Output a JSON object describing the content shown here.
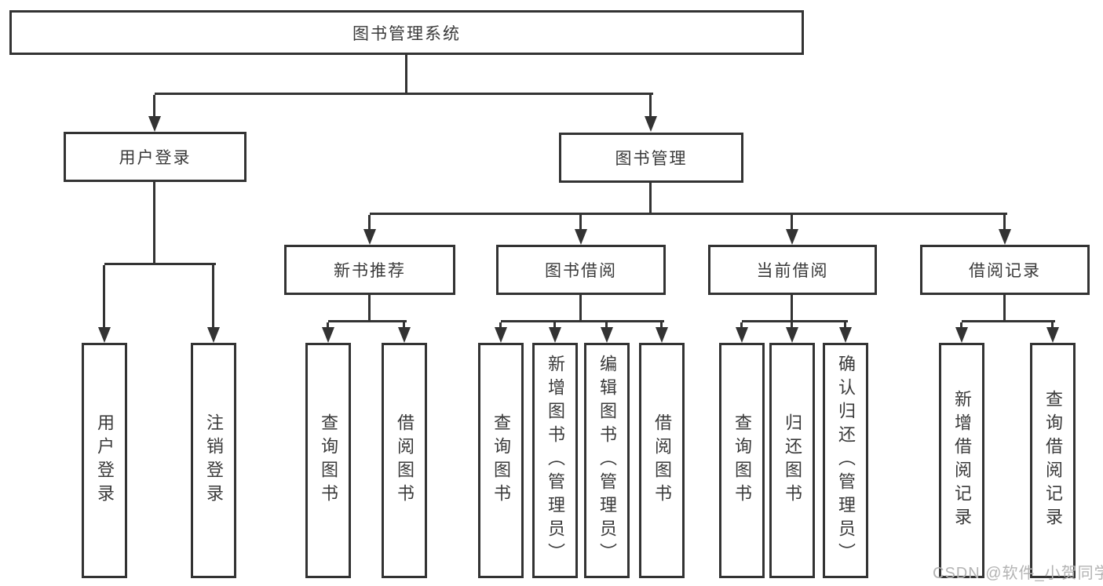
{
  "diagram_title": "图书管理系统",
  "tree": {
    "label": "图书管理系统",
    "children": [
      {
        "label": "用户登录",
        "children": [
          {
            "label": "用户登录"
          },
          {
            "label": "注销登录"
          }
        ]
      },
      {
        "label": "图书管理",
        "children": [
          {
            "label": "新书推荐",
            "children": [
              {
                "label": "查询图书"
              },
              {
                "label": "借阅图书"
              }
            ]
          },
          {
            "label": "图书借阅",
            "children": [
              {
                "label": "查询图书"
              },
              {
                "label": "新增图书（管理员）"
              },
              {
                "label": "编辑图书（管理员）"
              },
              {
                "label": "借阅图书"
              }
            ]
          },
          {
            "label": "当前借阅",
            "children": [
              {
                "label": "查询图书"
              },
              {
                "label": "归还图书"
              },
              {
                "label": "确认归还（管理员）"
              }
            ]
          },
          {
            "label": "借阅记录",
            "children": [
              {
                "label": "新增借阅记录"
              },
              {
                "label": "查询借阅记录"
              }
            ]
          }
        ]
      }
    ]
  },
  "watermark": "CSDN @软件_小贺同学",
  "colors": {
    "line": "#333333",
    "text": "#3a3a3a",
    "background": "#ffffff",
    "watermark": "#b3b3b3"
  }
}
